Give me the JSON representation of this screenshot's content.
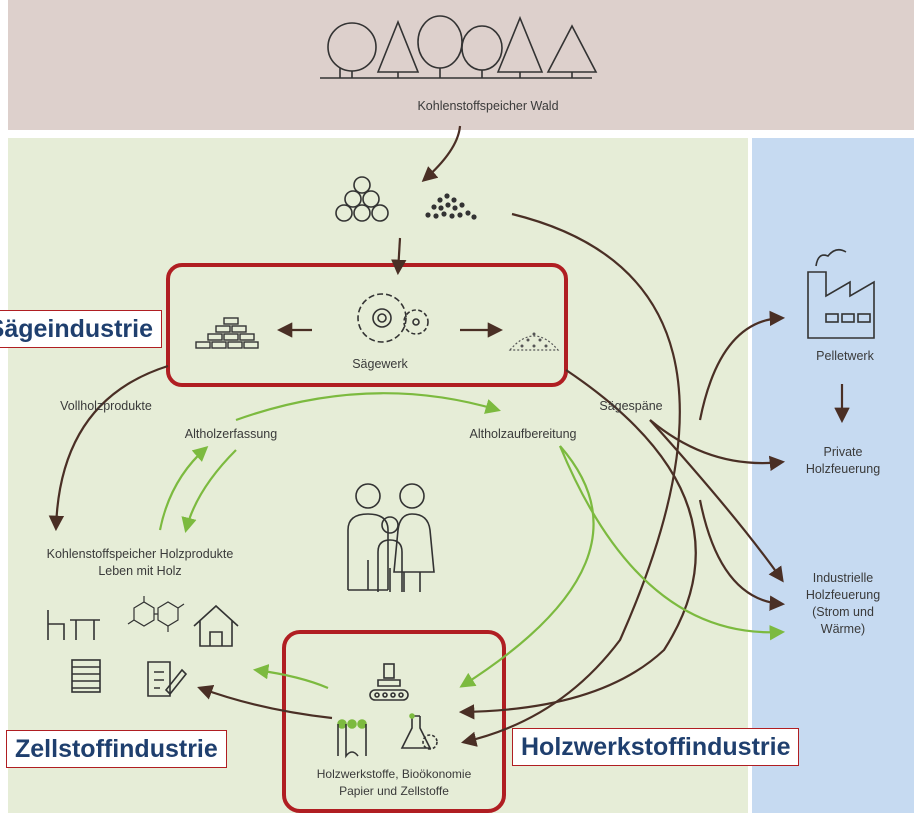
{
  "zones": {
    "forest_color": "#ddd0cc",
    "industry_color": "#e6edd7",
    "energy_color": "#c6daf1",
    "highlight_color": "#b01e22",
    "callout_text_color": "#1f3f6e"
  },
  "labels": {
    "forest_storage": "Kohlenstoffspeicher Wald",
    "sawmill": "Sägewerk",
    "solid_wood": "Vollholzprodukte",
    "sawdust": "Sägespäne",
    "waste_collection": "Altholzerfassung",
    "waste_processing": "Altholzaufbereitung",
    "storage_products_line1": "Kohlenstoffspeicher Holzprodukte",
    "storage_products_line2": "Leben mit Holz",
    "pellet_plant": "Pelletwerk",
    "private_heating_line1": "Private",
    "private_heating_line2": "Holzfeuerung",
    "industrial_heating_line1": "Industrielle",
    "industrial_heating_line2": "Holzfeuerung",
    "industrial_heating_line3": "(Strom und",
    "industrial_heating_line4": "Wärme)",
    "wood_industry_line1": "Holzwerkstoffe, Bioökonomie",
    "wood_industry_line2": "Papier und Zellstoffe"
  },
  "callouts": {
    "sawmill_industry": "Sägeindustrie",
    "pulp_industry": "Zellstoffindustrie",
    "panel_industry": "Holzwerkstoffindustrie"
  },
  "icons": [
    "forest-icon",
    "log-pile-icon",
    "wood-chips-icon",
    "lumber-stack-icon",
    "saw-blade-icon",
    "sawdust-pile-icon",
    "factory-icon",
    "family-icon",
    "chair-table-icon",
    "molecule-icon",
    "house-icon",
    "pallet-icon",
    "document-icon",
    "press-machine-icon",
    "roller-icon",
    "flask-gear-icon"
  ]
}
